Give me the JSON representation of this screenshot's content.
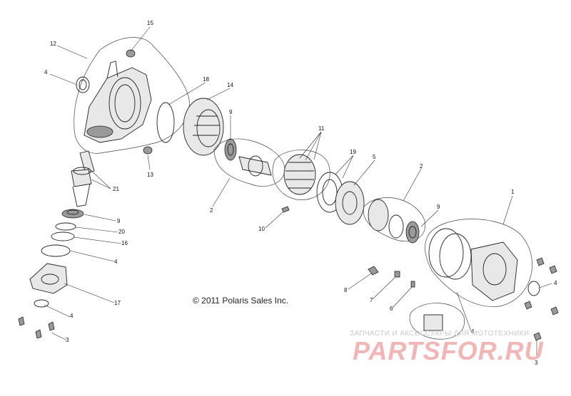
{
  "diagram": {
    "copyright": "© 2011 Polaris Sales Inc.",
    "callouts": [
      {
        "id": "c15",
        "text": "15"
      },
      {
        "id": "c12",
        "text": "12"
      },
      {
        "id": "c4a",
        "text": "4"
      },
      {
        "id": "c18",
        "text": "18"
      },
      {
        "id": "c14",
        "text": "14"
      },
      {
        "id": "c9a",
        "text": "9"
      },
      {
        "id": "c11",
        "text": "11"
      },
      {
        "id": "c13",
        "text": "13"
      },
      {
        "id": "c21",
        "text": "21"
      },
      {
        "id": "c19",
        "text": "19"
      },
      {
        "id": "c5",
        "text": "5"
      },
      {
        "id": "c2a",
        "text": "2"
      },
      {
        "id": "c2b",
        "text": "2"
      },
      {
        "id": "c1",
        "text": "1"
      },
      {
        "id": "c9b",
        "text": "9"
      },
      {
        "id": "c9c",
        "text": "9"
      },
      {
        "id": "c20",
        "text": "20"
      },
      {
        "id": "c16",
        "text": "16"
      },
      {
        "id": "c4b",
        "text": "4"
      },
      {
        "id": "c10",
        "text": "10"
      },
      {
        "id": "c17",
        "text": "17"
      },
      {
        "id": "c4c",
        "text": "4"
      },
      {
        "id": "c3a",
        "text": "3"
      },
      {
        "id": "c8",
        "text": "8"
      },
      {
        "id": "c7",
        "text": "7"
      },
      {
        "id": "c6",
        "text": "6"
      },
      {
        "id": "c4d",
        "text": "4"
      },
      {
        "id": "c4e",
        "text": "4"
      },
      {
        "id": "c3b",
        "text": "3"
      }
    ]
  },
  "watermark": {
    "tagline": "ЗАПЧАСТИ И АКСЕССУАРЫ ДЛЯ МОТОТЕХНИКИ",
    "logo": "PARTSFOR.RU"
  }
}
